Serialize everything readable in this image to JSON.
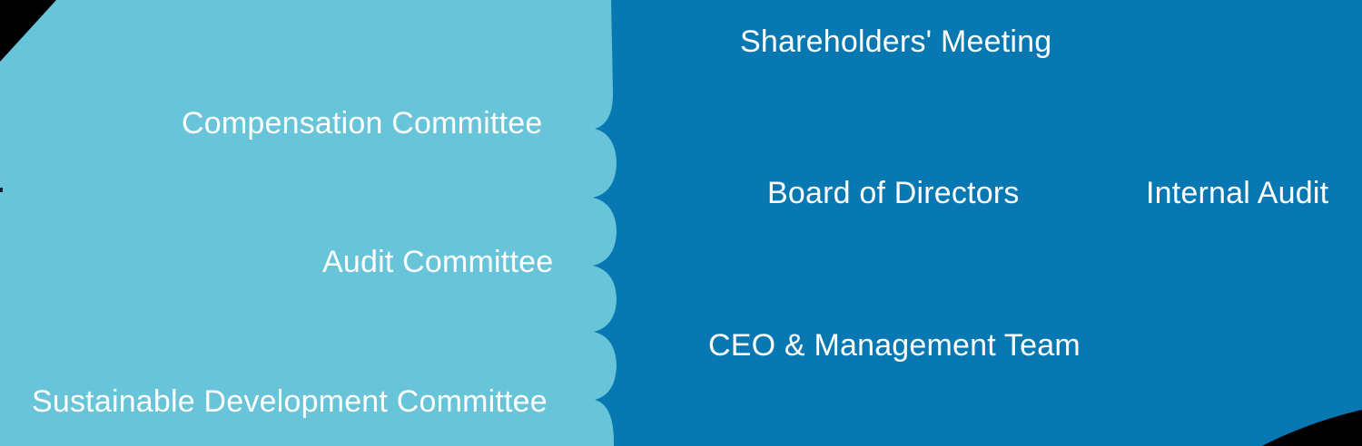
{
  "colors": {
    "committees_panel": "#67C4D9",
    "governance_panel": "#0878B2",
    "label_text": "#FFFFFF"
  },
  "committees_panel": {
    "items": [
      {
        "label": "Compensation Committee"
      },
      {
        "label": "Audit Committee"
      },
      {
        "label": "Sustainable Development Committee"
      }
    ]
  },
  "governance_panel": {
    "shareholders_meeting": "Shareholders' Meeting",
    "board_of_directors": "Board of Directors",
    "internal_audit": "Internal Audit",
    "ceo_management_team": "CEO & Management Team"
  }
}
